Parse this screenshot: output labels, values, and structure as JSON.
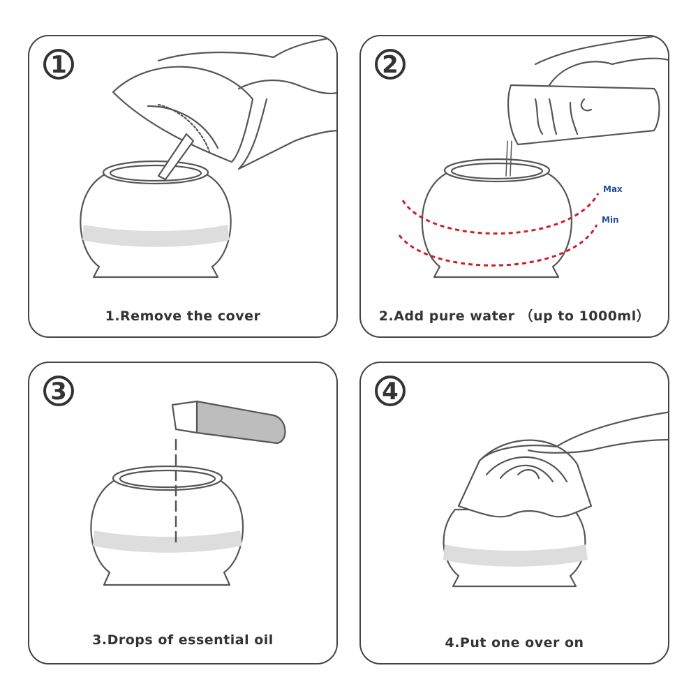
{
  "steps": [
    {
      "number": "1",
      "caption": "1.Remove the cover"
    },
    {
      "number": "2",
      "caption": "2.Add pure water （up to 1000ml）",
      "max_label": "Max",
      "min_label": "Min"
    },
    {
      "number": "3",
      "caption": "3.Drops of essential oil"
    },
    {
      "number": "4",
      "caption": "4.Put one over on"
    }
  ],
  "colors": {
    "outline": "#555555",
    "band": "#d9d9d9",
    "level_line": "#cc1f2d",
    "level_text": "#1f4e96",
    "bottle": "#bdbdbd"
  }
}
